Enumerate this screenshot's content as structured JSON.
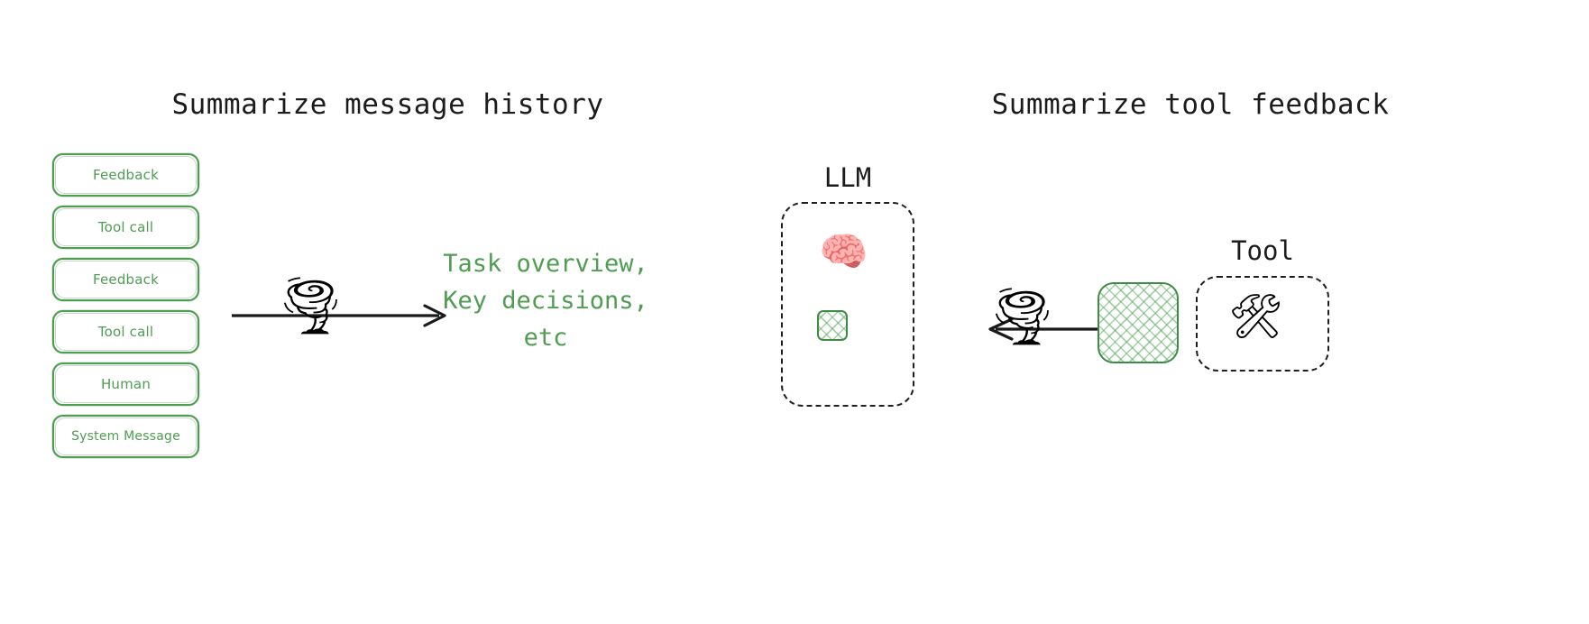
{
  "panels": {
    "left": {
      "title": "Summarize message history",
      "messages": [
        {
          "label": "Feedback"
        },
        {
          "label": "Tool call"
        },
        {
          "label": "Feedback"
        },
        {
          "label": "Tool call"
        },
        {
          "label": "Human"
        },
        {
          "label": "System Message"
        }
      ],
      "transform_icon": "tornado-icon",
      "arrow_direction": "right",
      "summary_lines": [
        "Task overview,",
        "Key decisions,",
        "etc"
      ]
    },
    "right": {
      "title": "Summarize tool feedback",
      "llm": {
        "label": "LLM",
        "icon": "brain-icon",
        "compressed_block": "hatched-green-small"
      },
      "tool": {
        "label": "Tool",
        "icon": "hammer-and-wrench-icon"
      },
      "tool_output_block": "hatched-green-large",
      "transform_icon": "tornado-icon",
      "arrow_direction": "left"
    }
  },
  "colors": {
    "green_stroke": "#4f9c52",
    "green_text": "#4f9c52",
    "hatch_fill": "#5caa60",
    "dashed_stroke": "#1f1f1f",
    "title_text": "#1c1c1c",
    "arrow": "#1a1a1a",
    "background": "#ffffff"
  },
  "icons": {
    "tornado": "🌪",
    "brain": "🧠",
    "hammer_and_wrench": "🛠"
  }
}
